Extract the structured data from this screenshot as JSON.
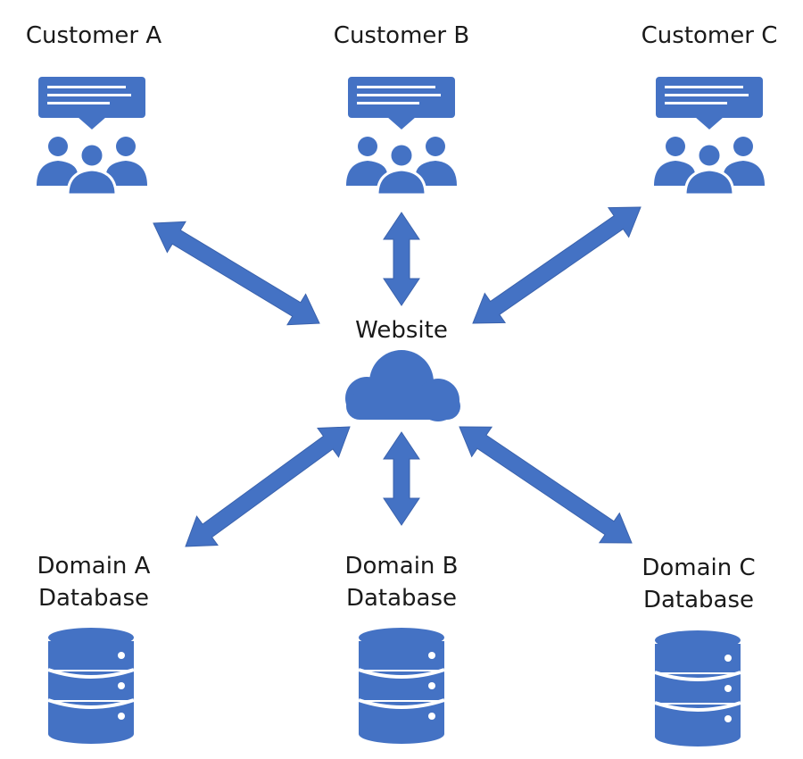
{
  "diagram": {
    "accent_color": "#4472c4",
    "customers": [
      {
        "label": "Customer A",
        "icon": "customer-group-icon"
      },
      {
        "label": "Customer B",
        "icon": "customer-group-icon"
      },
      {
        "label": "Customer C",
        "icon": "customer-group-icon"
      }
    ],
    "website": {
      "label": "Website",
      "icon": "cloud-icon"
    },
    "databases": [
      {
        "line1": "Domain A",
        "line2": "Database",
        "icon": "database-icon"
      },
      {
        "line1": "Domain B",
        "line2": "Database",
        "icon": "database-icon"
      },
      {
        "line1": "Domain C",
        "line2": "Database",
        "icon": "database-icon"
      }
    ],
    "connections": [
      {
        "from": "Customer A",
        "to": "Website",
        "direction": "bidirectional"
      },
      {
        "from": "Customer B",
        "to": "Website",
        "direction": "bidirectional"
      },
      {
        "from": "Customer C",
        "to": "Website",
        "direction": "bidirectional"
      },
      {
        "from": "Website",
        "to": "Domain A Database",
        "direction": "bidirectional"
      },
      {
        "from": "Website",
        "to": "Domain B Database",
        "direction": "bidirectional"
      },
      {
        "from": "Website",
        "to": "Domain C Database",
        "direction": "bidirectional"
      }
    ]
  }
}
